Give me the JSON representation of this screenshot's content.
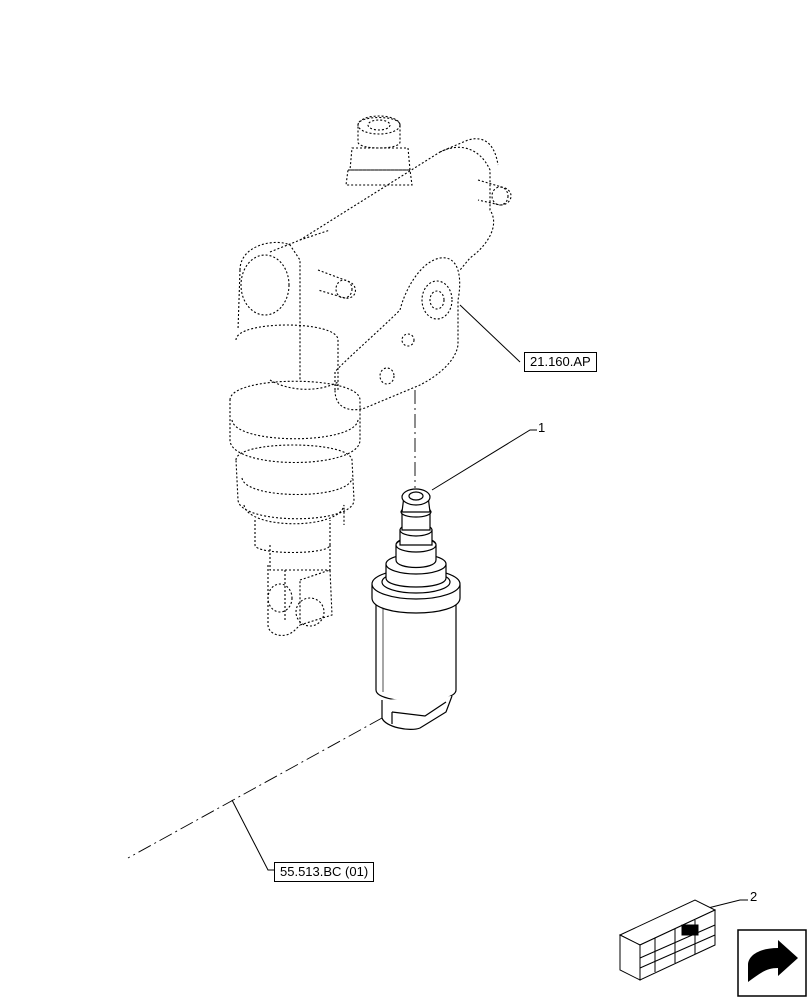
{
  "refs": {
    "ref_upper": "21.160.AP",
    "ref_lower": "55.513.BC (01)"
  },
  "callouts": {
    "item_1": "1",
    "item_2": "2"
  },
  "icons": {
    "kit": "parts-kit-crate-icon",
    "nav": "next-page-arrow-icon"
  }
}
